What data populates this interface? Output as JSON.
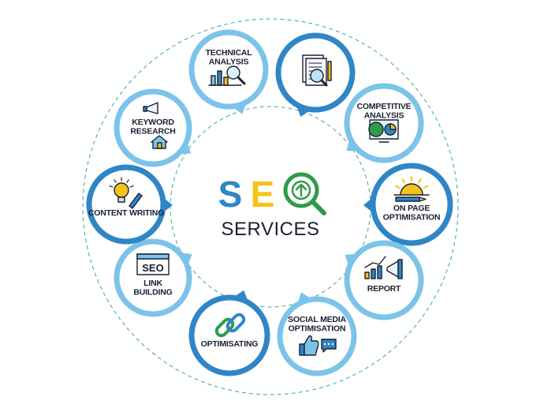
{
  "center": {
    "title_s": "S",
    "title_e": "E",
    "subtitle": "SERVICES"
  },
  "colors": {
    "primary": "#2f86c6",
    "light": "#7cc3ea",
    "dashed": "#3aa5a0",
    "yellow": "#f7c21a",
    "green": "#2e9b4a",
    "dark": "#1b2030"
  },
  "services": [
    {
      "lines": [
        "TECHNICAL",
        "ANALYSIS"
      ],
      "icon": "bar-chart-magnifier-icon"
    },
    {
      "lines": [],
      "icon": "document-magnifier-icon"
    },
    {
      "lines": [
        "COMPETITIVE",
        "ANALYSIS"
      ],
      "icon": "monitor-dollar-pie-icon"
    },
    {
      "lines": [
        "ON PAGE",
        "OPTIMISATION"
      ],
      "icon": "lightbulb-pencil-icon"
    },
    {
      "lines": [
        "REPORT"
      ],
      "icon": "chart-megaphone-icon"
    },
    {
      "lines": [
        "SOCIAL MEDIA",
        "OPTIMISATION"
      ],
      "icon": "thumbs-up-chat-icon"
    },
    {
      "lines": [
        "OPTIMISATING"
      ],
      "icon": "chain-link-icon"
    },
    {
      "lines": [
        "LINK",
        "BUILDING"
      ],
      "icon": "seo-browser-icon"
    },
    {
      "lines": [
        "CONTENT WRITING"
      ],
      "icon": "lightbulb-pen-icon"
    },
    {
      "lines": [
        "KEYWORD",
        "RESEARCH"
      ],
      "icon": "megaphone-house-icon"
    }
  ],
  "seo_badge": "SEO"
}
